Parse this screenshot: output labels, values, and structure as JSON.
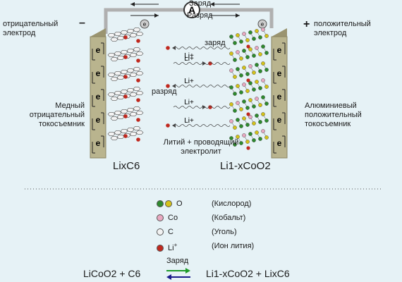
{
  "top": {
    "ammeter": "A",
    "charge_arrow_label": "Заряд",
    "discharge_arrow_label": "Разряд",
    "electron": "e"
  },
  "left": {
    "sign": "–",
    "electrode_label": "отрицательный электрод",
    "collector_label": "Медный отрицательный токосъемник",
    "formula": "LixC6"
  },
  "right": {
    "sign": "+",
    "electrode_label": "положительный электрод",
    "collector_label": "Алюминиевый положительный токосъемник",
    "formula": "Li1-xCoO2"
  },
  "center": {
    "charge_label": "заряд",
    "discharge_label": "разряд",
    "ion_label": "Li+",
    "electrolyte_label": "Литий + проводящий электролит"
  },
  "legend": [
    {
      "symbol": "O",
      "name": "(Кислород)",
      "colors": [
        "#2e8a2e",
        "#d4c21a"
      ]
    },
    {
      "symbol": "Co",
      "name": "(Кобальт)",
      "colors": [
        "#e8a8c0"
      ]
    },
    {
      "symbol": "C",
      "name": "(Уголь)",
      "colors": [
        "#f2f2f2"
      ]
    },
    {
      "symbol": "Li",
      "name": "(Ион лития)",
      "colors": [
        "#c0281e"
      ],
      "superscript": "+"
    }
  ],
  "equation": {
    "left": "LiCoO2 + C6",
    "right": "Li1-xCoO2 + LixC6",
    "label": "Заряд"
  },
  "colors": {
    "plate": "#b9b48e",
    "plate_edge": "#8a8460",
    "wire": "#b0b0b0",
    "li_ion": "#c0281e",
    "charge_arrow": "#1e9a2a",
    "discharge_arrow": "#1a1a8a"
  }
}
